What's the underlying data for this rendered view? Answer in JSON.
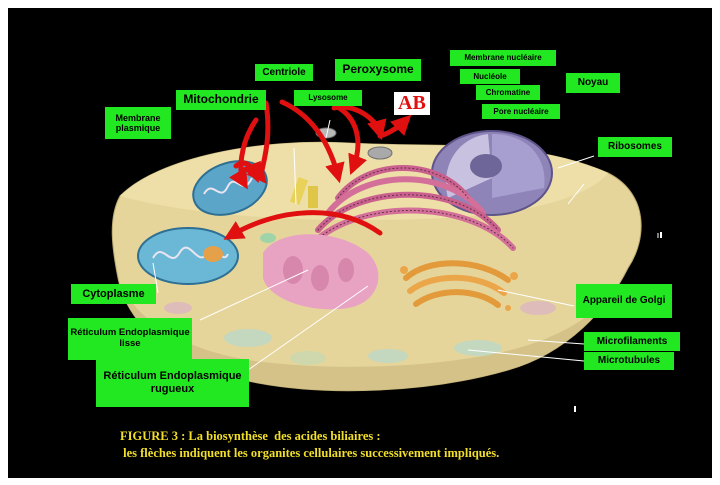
{
  "labels": {
    "centriole": "Centriole",
    "peroxysome": "Peroxysome",
    "membrane_nucleaire": "Membrane nucléaire",
    "nucleole": "Nucléole",
    "chromatine": "Chromatine",
    "pore_nucleaire": "Pore nucléaire",
    "noyau": "Noyau",
    "mitochondrie": "Mitochondrie",
    "lysosome": "Lysosome",
    "membrane_plasmique": "Membrane plasmique",
    "ribosomes": "Ribosomes",
    "cytoplasme": "Cytoplasme",
    "appareil_golgi": "Appareil de Golgi",
    "re_lisse": "Réticulum Endoplasmique lisse",
    "re_rugueux": "Réticulum Endoplasmique rugueux",
    "microfilaments": "Microfilaments",
    "microtubules": "Microtubules"
  },
  "ab_label": "AB",
  "caption": {
    "line1": "FIGURE 3 : La biosynthèse  des acides biliaires :",
    "line2": " les flèches indiquent les organites cellulaires successivement impliqués."
  },
  "colors": {
    "background": "#000000",
    "label_bg": "#22e822",
    "arrow": "#e01010",
    "caption": "#f2df2a"
  }
}
